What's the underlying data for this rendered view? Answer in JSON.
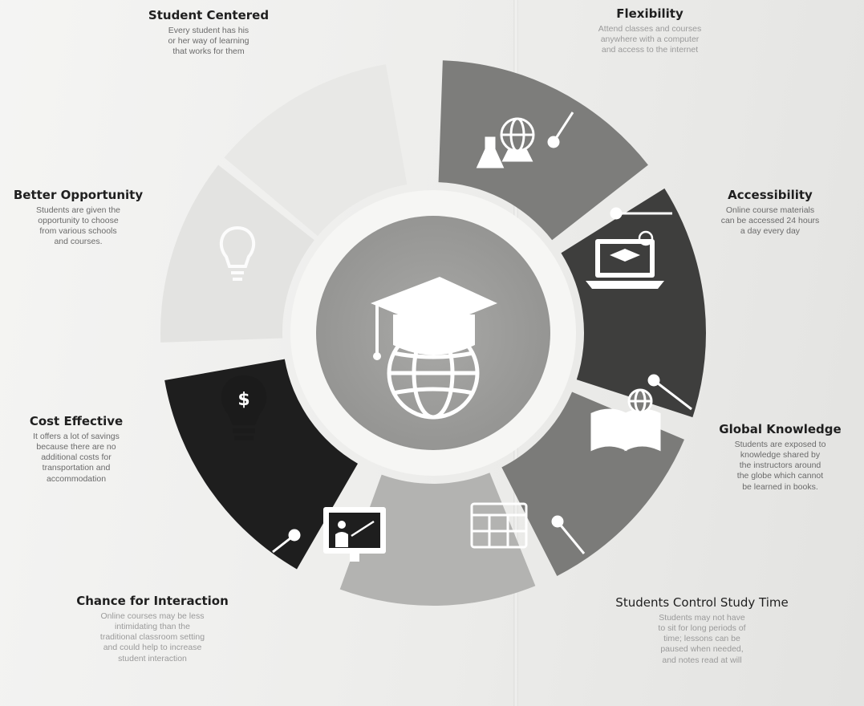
{
  "center": {
    "icon": "graduation-cap-globe-icon"
  },
  "segments": [
    {
      "id": "flexibility",
      "icon": "globe-flask-icon",
      "fill": "#7d7d7b"
    },
    {
      "id": "accessibility",
      "icon": "laptop-graduate-icon",
      "fill": "#3e3e3d"
    },
    {
      "id": "global-knowledge",
      "icon": "book-globe-icon",
      "fill": "#7b7b79"
    },
    {
      "id": "students-control-study-time",
      "icon": "calendar-icon",
      "fill": "#b3b3b1"
    },
    {
      "id": "chance-for-interaction",
      "icon": "online-teacher-icon",
      "fill": "#1e1e1e"
    },
    {
      "id": "cost-effective",
      "icon": "dollar-bulb-icon",
      "fill": "#e3e3e1"
    },
    {
      "id": "better-opportunity",
      "icon": "lightbulb-icon",
      "fill": "#e8e8e6"
    }
  ],
  "labels": {
    "student_centered": {
      "title": "Student Centered",
      "desc": [
        "Every student has his",
        "or her way of learning",
        "that works for them"
      ]
    },
    "flexibility": {
      "title": "Flexibility",
      "desc": [
        "Attend classes and courses",
        "anywhere with a computer",
        "and access to the internet"
      ]
    },
    "accessibility": {
      "title": "Accessibility",
      "desc": [
        "Online course materials",
        "can be accessed 24 hours",
        "a day every day"
      ]
    },
    "better_opportunity": {
      "title": "Better Opportunity",
      "desc": [
        "Students are given the",
        "opportunity to choose",
        "from various schools",
        "and courses."
      ]
    },
    "cost_effective": {
      "title": "Cost Effective",
      "desc": [
        "It offers a lot of savings",
        "because there are no",
        "additional costs for",
        "transportation and",
        "accommodation"
      ]
    },
    "global_knowledge": {
      "title": "Global Knowledge",
      "desc": [
        "Students are exposed to",
        "knowledge shared by",
        "the instructors around",
        "the globe which cannot",
        "be learned in books."
      ]
    },
    "chance_for_interaction": {
      "title": "Chance for Interaction",
      "desc": [
        "Online courses may be less",
        "intimidating than the",
        "traditional classroom setting",
        "and could help to increase",
        "student interaction"
      ]
    },
    "students_control_study_time": {
      "title": "Students Control Study Time",
      "desc": [
        "Students may not have",
        "to sit for long periods of",
        "time; lessons can be",
        "paused when needed,",
        "and notes read at will"
      ]
    }
  }
}
